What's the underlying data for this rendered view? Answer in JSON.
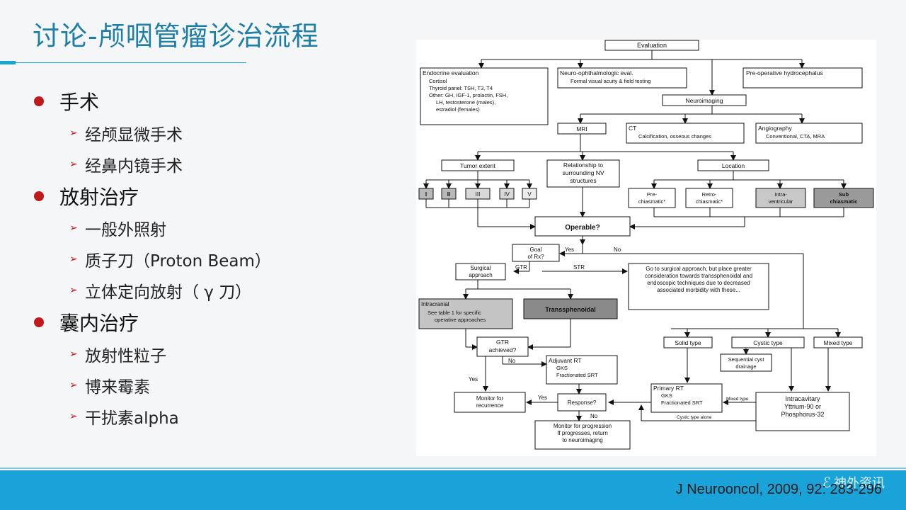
{
  "slide": {
    "title": "讨论-颅咽管瘤诊治流程",
    "bullets": [
      {
        "label": "手术",
        "sub": [
          "经颅显微手术",
          "经鼻内镜手术"
        ]
      },
      {
        "label": "放射治疗",
        "sub": [
          "一般外照射",
          "质子刀（Proton Beam）",
          "立体定向放射（ γ  刀）"
        ]
      },
      {
        "label": "囊内治疗",
        "sub": [
          "放射性粒子",
          "博来霉素",
          "干扰素alpha"
        ]
      }
    ],
    "citation": "J Neurooncol, 2009, 92: 283-296",
    "watermark": "神外资讯"
  },
  "flowchart": {
    "evaluation": "Evaluation",
    "endocrine": [
      "Endocrine evaluation",
      "Cortisol",
      "Thyroid panel: TSH, T3, T4",
      "Other: GH, IGF-1, prolactin,  FSH,",
      "LH, testosterone (males),",
      "estradiol (females)"
    ],
    "neuro_oph": [
      "Neuro-ophthalmologic eval.",
      "Formal visual acuity & field testing"
    ],
    "hydro": "Pre-operative hydrocephalus",
    "neuroimaging": "Neuroimaging",
    "mri": "MRI",
    "ct": [
      "CT",
      "Calcification, osseous changes"
    ],
    "angio": [
      "Angiography",
      "Conventional, CTA, MRA"
    ],
    "tumor_extent": "Tumor extent",
    "grades": [
      "I",
      "II",
      "III",
      "IV",
      "V"
    ],
    "relationship": [
      "Relationship to",
      "surrounding NV",
      "structures"
    ],
    "location": "Location",
    "locations": [
      [
        "Pre-",
        "chiasmatic*"
      ],
      [
        "Retro-",
        "chiasmatic*"
      ],
      [
        "Intra-",
        "ventricular"
      ],
      [
        "Sub",
        "chiasmatic"
      ]
    ],
    "operable": "Operable?",
    "yes": "Yes",
    "no": "No",
    "goal": [
      "Goal",
      "of Rx?"
    ],
    "surgical": [
      "Surgical",
      "approach"
    ],
    "gtr": "GTR",
    "str": "STR",
    "go_to": [
      "Go to surgical approach, but place greater",
      "consideration towards transsphenoidal and",
      "endoscopic techniques due to decreased",
      "associated morbidity with these..."
    ],
    "intracranial": [
      "Intracranial",
      "See table 1 for specific",
      "operative approaches"
    ],
    "transsphenoidal": "Transsphenoidal",
    "gtr_achieved": [
      "GTR",
      "achieved?"
    ],
    "adjuvant": [
      "Adjuvant RT",
      "GKS",
      "Fractionated SRT"
    ],
    "monitor_rec": [
      "Monitor for",
      "recurrence"
    ],
    "response": "Response?",
    "monitor_prog": [
      "Monitor for progression",
      "If progresses, return",
      "to neuroimaging"
    ],
    "solid": "Solid type",
    "cystic": "Cystic type",
    "mixed": "Mixed type",
    "seq_cyst": [
      "Sequential cyst",
      "drainage"
    ],
    "primary_rt": [
      "Primary RT",
      "GKS",
      "Fractionated SRT"
    ],
    "intracavitary": [
      "Intracavitary",
      "Yttrium-90 or",
      "Phosphorus-32"
    ],
    "mixed_type_small": "Mixed type",
    "cystic_alone": "Cystic type alone"
  }
}
